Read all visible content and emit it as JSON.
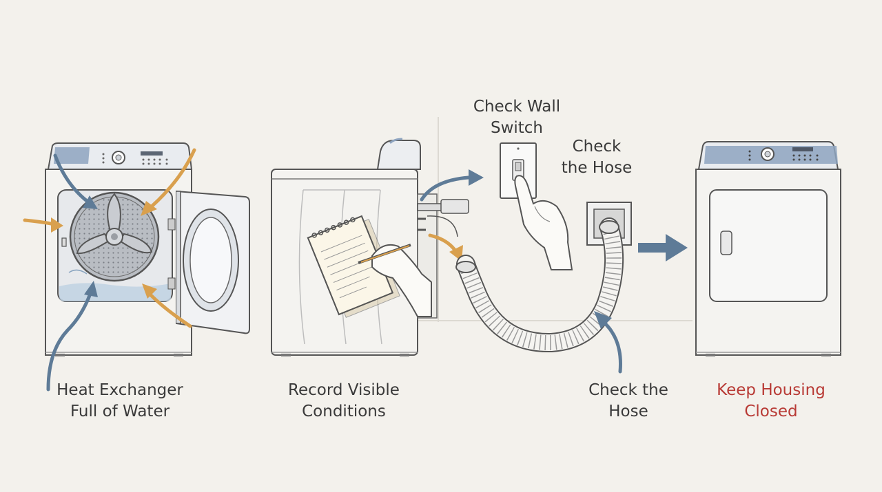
{
  "colors": {
    "background": "#f3f1ec",
    "ink": "#555555",
    "orange_arrow": "#d9a04e",
    "blue_arrow": "#5e7b97",
    "panel_blue": "#8ea4c0",
    "warning_red": "#b83a35"
  },
  "labels": {
    "heat_exchanger": [
      "Heat Exchanger",
      "Full of Water"
    ],
    "record_conditions": [
      "Record Visible",
      "Conditions"
    ],
    "check_wall_switch": [
      "Check Wall",
      "Switch"
    ],
    "check_hose_top": [
      "Check",
      "the Hose"
    ],
    "check_hose_bottom": [
      "Check the",
      "Hose"
    ],
    "keep_housing_closed": [
      "Keep Housing",
      "Closed"
    ]
  },
  "icons": {
    "open_dryer": "open-dryer-icon",
    "dryer_side": "dryer-side-view-icon",
    "notepad": "notepad-icon",
    "pencil_hand": "writing-hand-icon",
    "wall_switch": "wall-switch-icon",
    "pointing_hand": "pointing-hand-icon",
    "wall_vent": "wall-vent-icon",
    "hose": "flexible-hose-icon",
    "closed_dryer": "closed-dryer-icon",
    "next_arrow": "right-arrow-icon"
  }
}
